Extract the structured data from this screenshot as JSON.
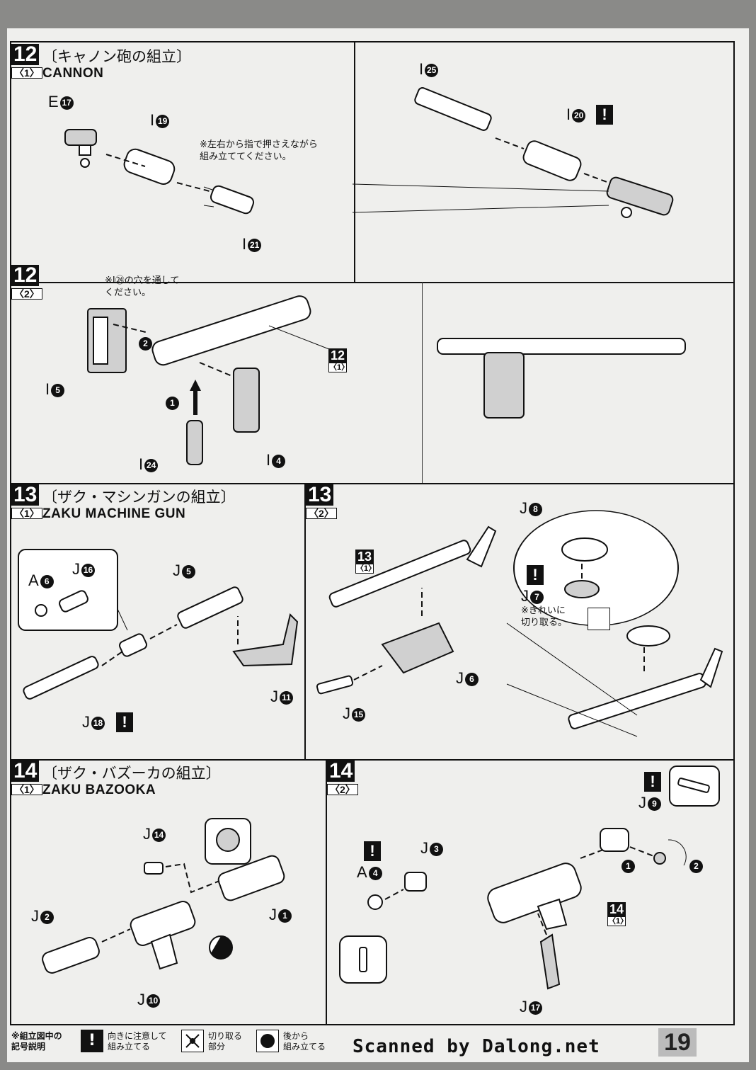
{
  "steps": {
    "s12_1": {
      "num": "12",
      "sub": "〈1〉",
      "title_jp": "〔キャノン砲の組立〕",
      "title_en": "CANNON",
      "labels": {
        "e17": "E",
        "e17n": "17",
        "i19": "I",
        "i19n": "19",
        "i21": "I",
        "i21n": "21",
        "i25": "I",
        "i25n": "25",
        "i20": "I",
        "i20n": "20"
      },
      "note": "※左右から指で押さえながら\n組み立ててください。"
    },
    "s12_2": {
      "num": "12",
      "sub": "〈2〉",
      "labels": {
        "i5": "I",
        "i5n": "5",
        "i24": "I",
        "i24n": "24",
        "i4": "I",
        "i4n": "4",
        "ref": "12",
        "refsub": "〈1〉",
        "order1": "1",
        "order2": "2"
      },
      "note": "※I㉔の穴を通して\nください。"
    },
    "s13_1": {
      "num": "13",
      "sub": "〈1〉",
      "title_jp": "〔ザク・マシンガンの組立〕",
      "title_en": "ZAKU MACHINE GUN",
      "labels": {
        "a6": "A",
        "a6n": "6",
        "j16": "J",
        "j16n": "16",
        "j5": "J",
        "j5n": "5",
        "j11": "J",
        "j11n": "11",
        "j18": "J",
        "j18n": "18"
      }
    },
    "s13_2": {
      "num": "13",
      "sub": "〈2〉",
      "labels": {
        "ref": "13",
        "refsub": "〈1〉",
        "j6": "J",
        "j6n": "6",
        "j15": "J",
        "j15n": "15",
        "j8": "J",
        "j8n": "8",
        "j7": "J",
        "j7n": "7"
      },
      "note": "※きれいに\n切り取る。"
    },
    "s14_1": {
      "num": "14",
      "sub": "〈1〉",
      "title_jp": "〔ザク・バズーカの組立〕",
      "title_en": "ZAKU BAZOOKA",
      "labels": {
        "j14": "J",
        "j14n": "14",
        "j1": "J",
        "j1n": "1",
        "j2": "J",
        "j2n": "2",
        "j10": "J",
        "j10n": "10"
      }
    },
    "s14_2": {
      "num": "14",
      "sub": "〈2〉",
      "labels": {
        "a4": "A",
        "a4n": "4",
        "j3": "J",
        "j3n": "3",
        "j9": "J",
        "j9n": "9",
        "j17": "J",
        "j17n": "17",
        "ref": "14",
        "refsub": "〈1〉",
        "order1": "1",
        "order2": "2"
      }
    }
  },
  "warn_symbol": "!",
  "legend": {
    "header": "※組立図中の\n記号説明",
    "item1": "向きに注意して\n組み立てる",
    "item2": "切り取る\n部分",
    "item3": "後から\n組み立てる"
  },
  "credit": "Scanned by Dalong.net",
  "page_number": "19"
}
